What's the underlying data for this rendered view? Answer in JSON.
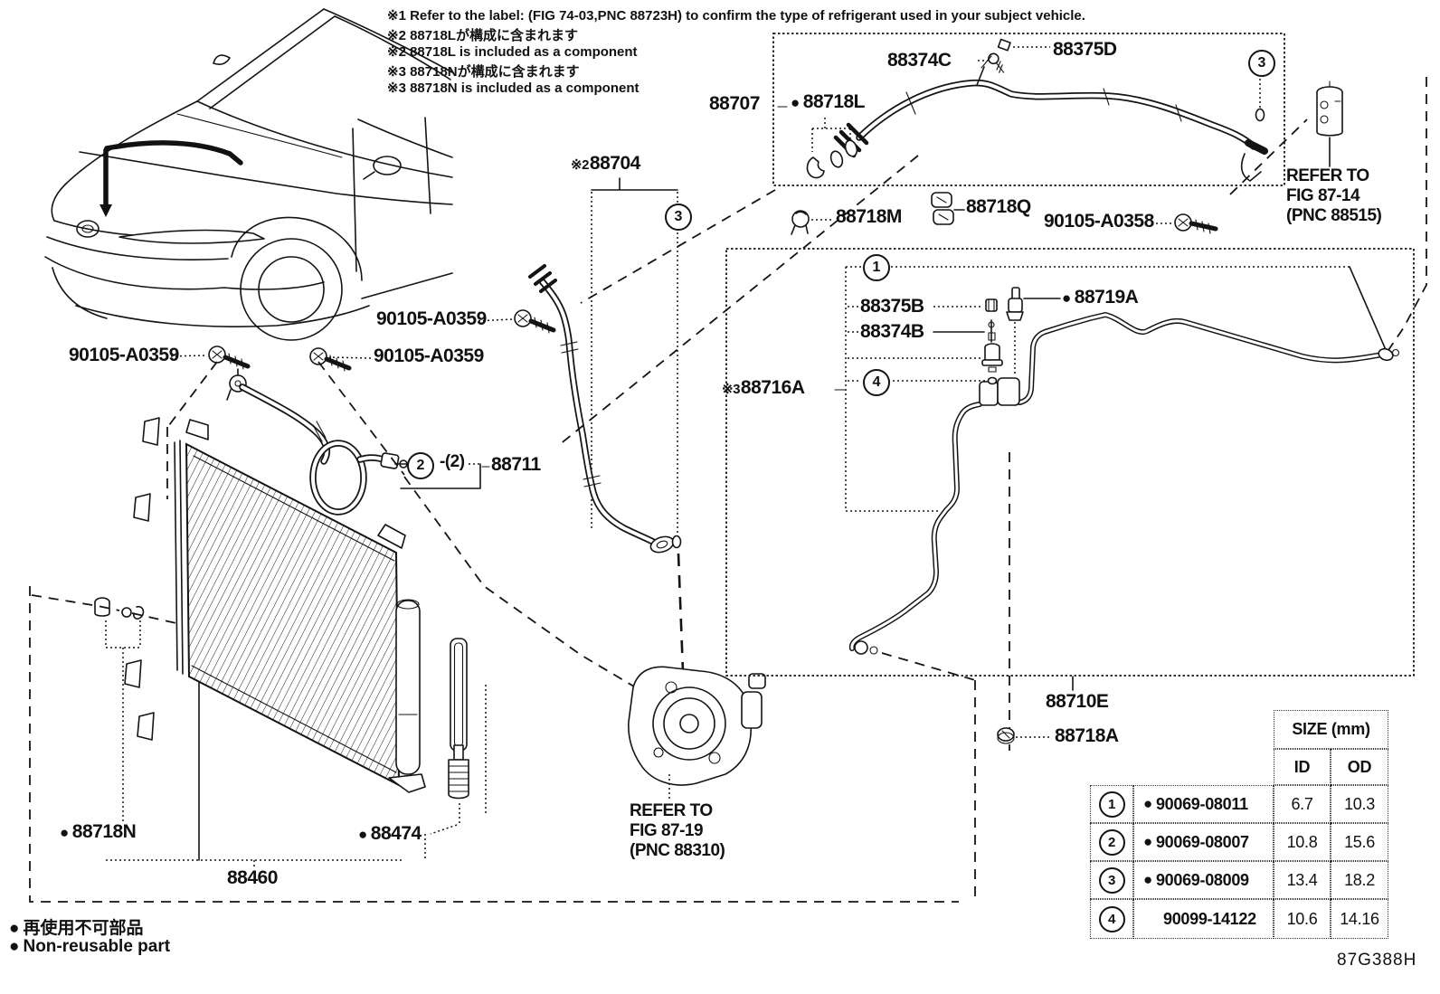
{
  "doc_code": "87G388H",
  "notes": {
    "line1": "※1 Refer to the label: (FIG 74-03,PNC 88723H) to confirm the type of refrigerant used in your subject vehicle.",
    "line2": "※2 88718Lが構成に含まれます",
    "line3": "※2 88718L is included as a component",
    "line4": "※3 88718Nが構成に含まれます",
    "line5": "※3 88718N is included as a component"
  },
  "legend": {
    "bullet": "●",
    "jp": "再使用不可部品",
    "en": "Non-reusable part"
  },
  "callouts": {
    "c1": "1",
    "c2": "2",
    "c3": "3",
    "c4": "4",
    "qty2": "-(2)"
  },
  "parts": {
    "p88707": "88707",
    "p88718L": "88718L",
    "p88374C": "88374C",
    "p88375D": "88375D",
    "p88718M": "88718M",
    "p88718Q": "88718Q",
    "p90105A0358": "90105-A0358",
    "p90105A0359": "90105-A0359",
    "p88704_note": "※2",
    "p88704": "88704",
    "p88711": "88711",
    "p88375B": "88375B",
    "p88374B": "88374B",
    "p88719A": "88719A",
    "p88716A_note": "※3",
    "p88716A": "88716A",
    "p88710E": "88710E",
    "p88718A": "88718A",
    "p88718N": "88718N",
    "p88474": "88474",
    "p88460": "88460"
  },
  "refs": {
    "fig8714": {
      "l1": "REFER TO",
      "l2": "FIG 87-14",
      "l3": "(PNC 88515)"
    },
    "fig8719": {
      "l1": "REFER TO",
      "l2": "FIG 87-19",
      "l3": "(PNC 88310)"
    }
  },
  "table": {
    "size_header": "SIZE (mm)",
    "col_id": "ID",
    "col_od": "OD",
    "rows": [
      {
        "num": "1",
        "dot": "●",
        "part": "90069-08011",
        "id": "6.7",
        "od": "10.3"
      },
      {
        "num": "2",
        "dot": "●",
        "part": "90069-08007",
        "id": "10.8",
        "od": "15.6"
      },
      {
        "num": "3",
        "dot": "●",
        "part": "90069-08009",
        "id": "13.4",
        "od": "18.2"
      },
      {
        "num": "4",
        "dot": "",
        "part": "90099-14122",
        "id": "10.6",
        "od": "14.16"
      }
    ]
  },
  "colors": {
    "ink": "#141414",
    "paper": "#ffffff"
  }
}
